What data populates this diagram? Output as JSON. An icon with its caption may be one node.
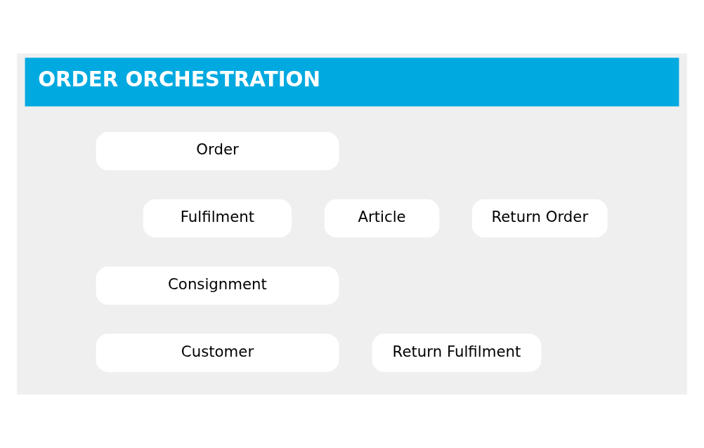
{
  "diagram": {
    "nodes": [
      {
        "text": [
          "ORDER ORCHESTRATION"
        ]
      },
      {
        "text": [
          "Order"
        ],
        "in": 0
      },
      {
        "text": [
          "Fulfilment"
        ],
        "in": 0
      },
      {
        "text": [
          "Article"
        ],
        "in": 0
      },
      {
        "text": [
          "Return Order"
        ],
        "in": 0
      },
      {
        "text": [
          "Consignment"
        ],
        "in": 0
      },
      {
        "text": [
          "Customer"
        ],
        "in": 0
      },
      {
        "text": [
          "Return Fulfilment"
        ],
        "in": 0
      }
    ]
  }
}
